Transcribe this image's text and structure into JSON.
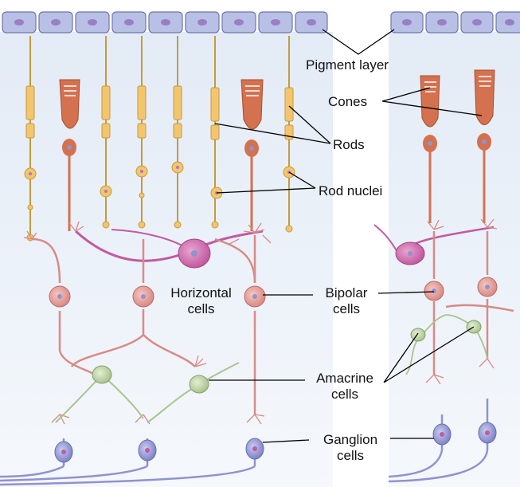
{
  "labels": {
    "pigment_layer": "Pigment layer",
    "cones": "Cones",
    "rods": "Rods",
    "rod_nuclei": "Rod nuclei",
    "horizontal_cells": "Horizontal\ncells",
    "bipolar_cells": "Bipolar\ncells",
    "amacrine_cells": "Amacrine\ncells",
    "ganglion_cells": "Ganglion\ncells"
  },
  "colors": {
    "background_tint": "#e9f0f8",
    "pigment_cell": "#b9c0e6",
    "pigment_nucleus": "#9a7fc4",
    "rod": "#f2c56e",
    "rod_outline": "#c79a3c",
    "cone": "#d4714f",
    "bipolar": "#d98a86",
    "horizontal": "#c25aa0",
    "amacrine": "#a9c48f",
    "ganglion": "#8f93cf",
    "leader_line": "#000000"
  }
}
